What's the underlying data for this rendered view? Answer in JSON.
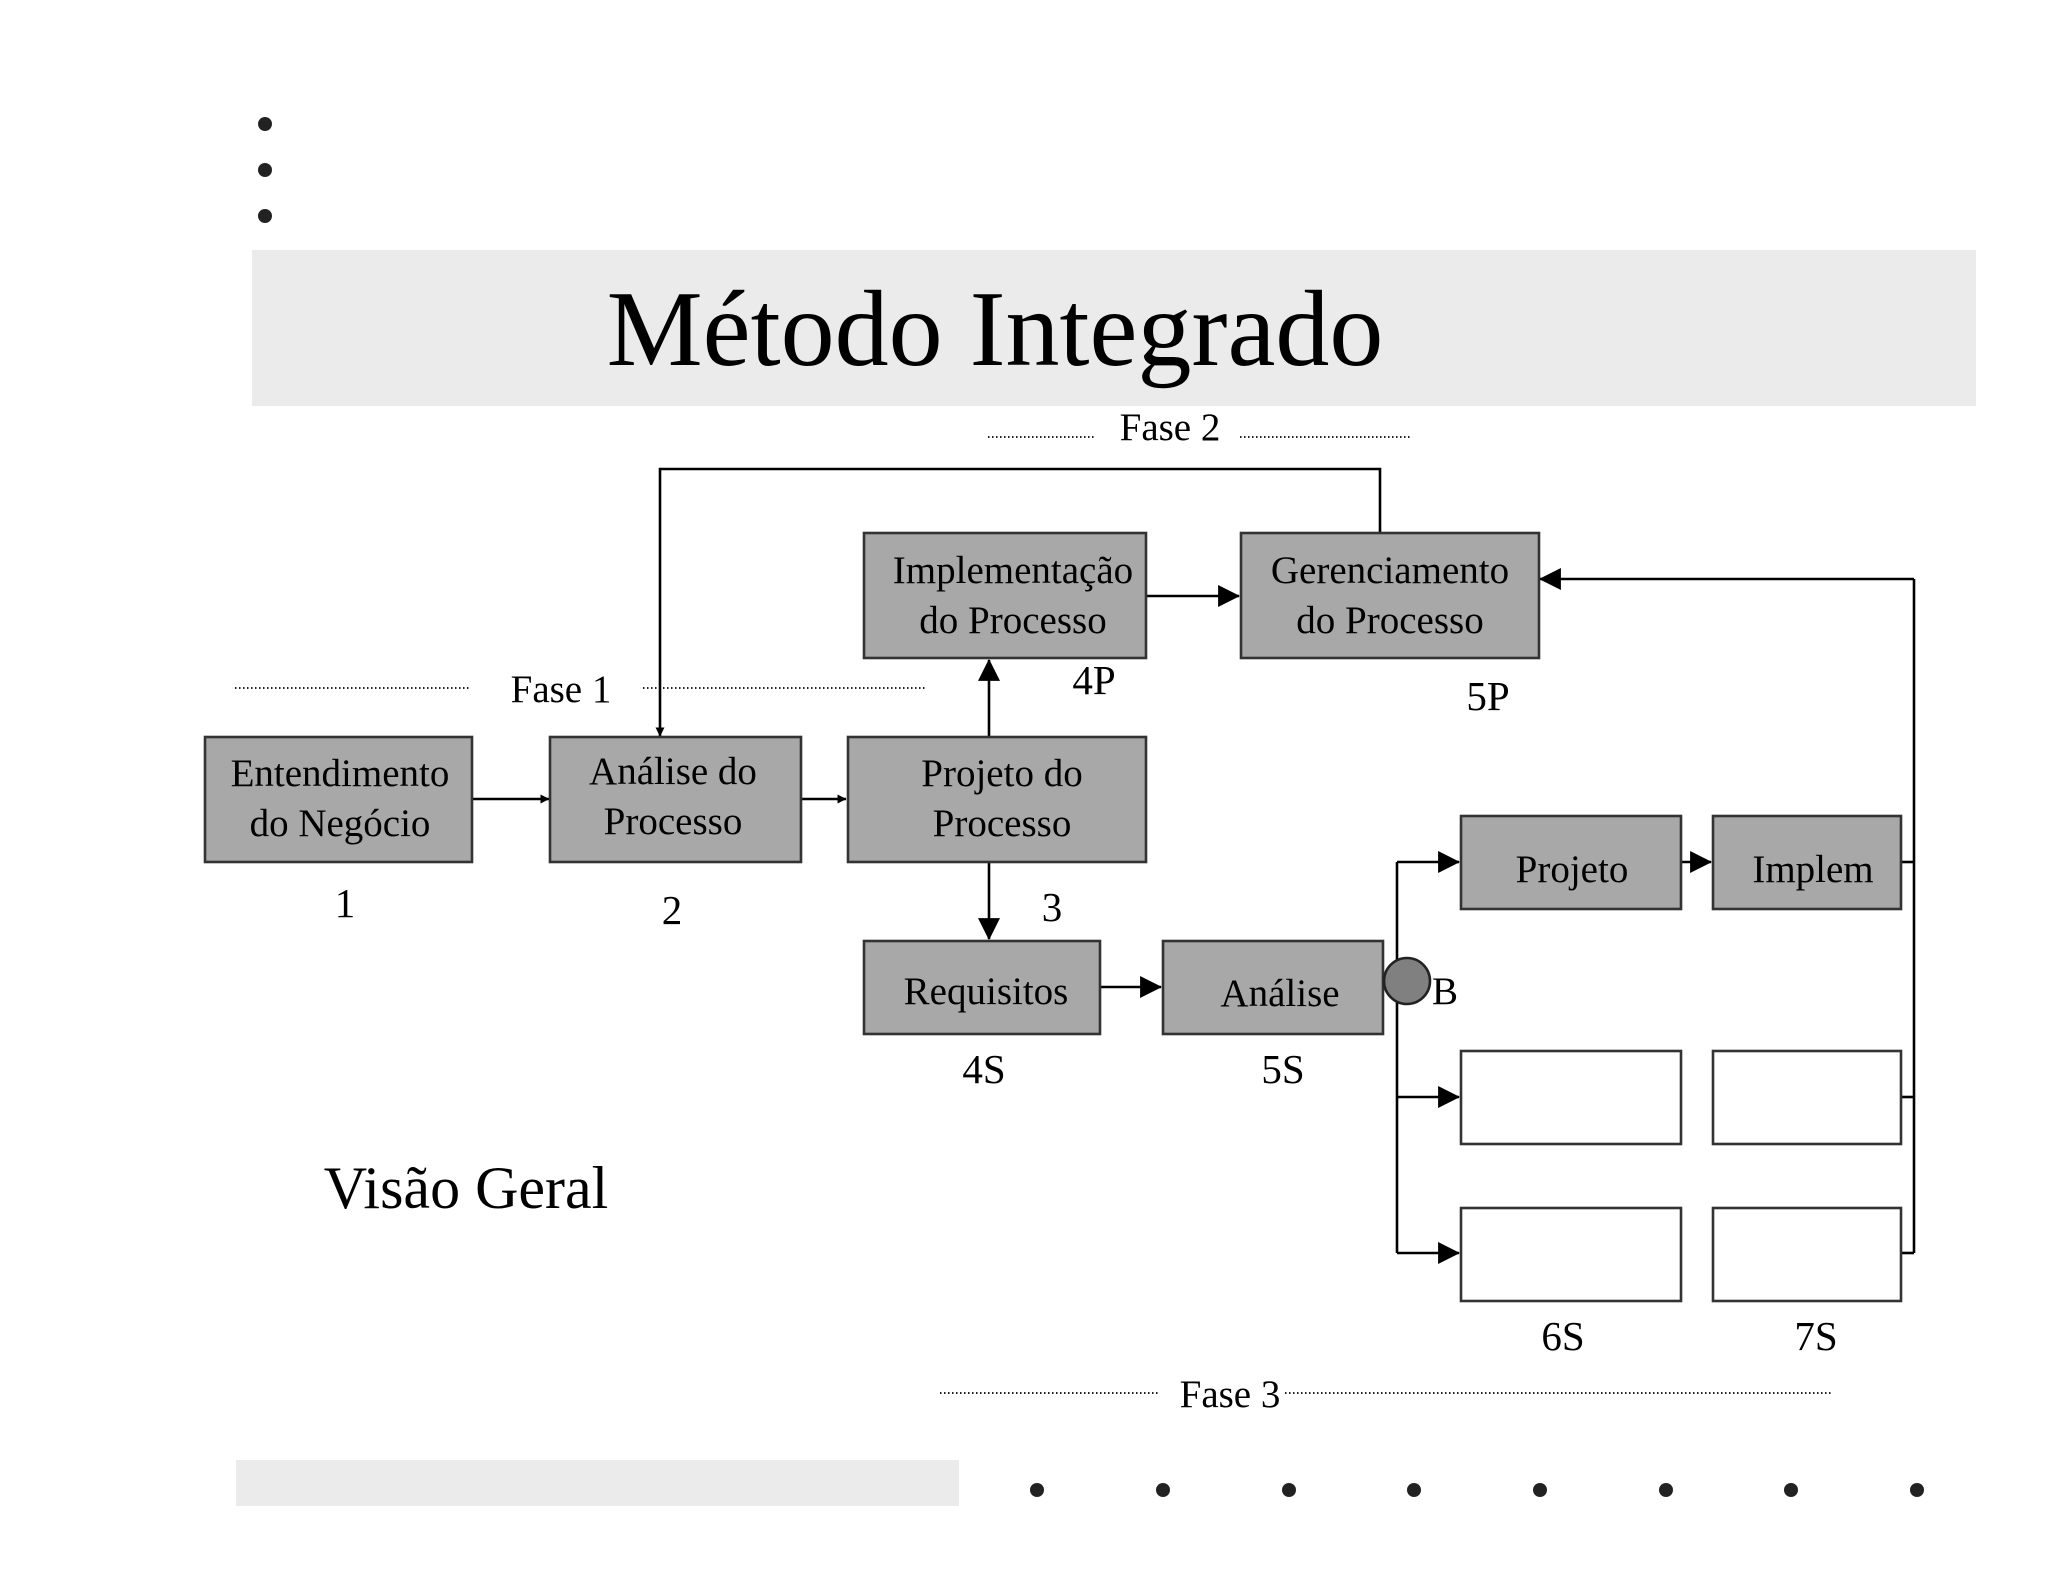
{
  "title": "Método Integrado",
  "subtitle": "Visão Geral",
  "phases": {
    "fase1": "Fase 1",
    "fase2": "Fase 2",
    "fase3": "Fase 3"
  },
  "boxes": {
    "entendimento": {
      "line1": "Entendimento",
      "line2": "do Negócio",
      "number": "1"
    },
    "analise_processo": {
      "line1": "Análise do",
      "line2": "Processo",
      "number": "2"
    },
    "projeto_processo": {
      "line1": "Projeto do",
      "line2": "Processo",
      "number": "3"
    },
    "implementacao": {
      "line1": "Implementação",
      "line2": "do Processo",
      "number": "4P"
    },
    "gerenciamento": {
      "line1": "Gerenciamento",
      "line2": "do Processo",
      "number": "5P"
    },
    "requisitos": {
      "line1": "Requisitos",
      "number": "4S"
    },
    "analise": {
      "line1": "Análise",
      "number": "5S"
    },
    "projeto": {
      "line1": "Projeto",
      "number": "6S"
    },
    "implem": {
      "line1": "Implem",
      "number": "7S"
    }
  },
  "branch_label": "B",
  "colors": {
    "box_fill": "#a8a8a8",
    "band": "#ebebeb",
    "node": "#808080"
  }
}
